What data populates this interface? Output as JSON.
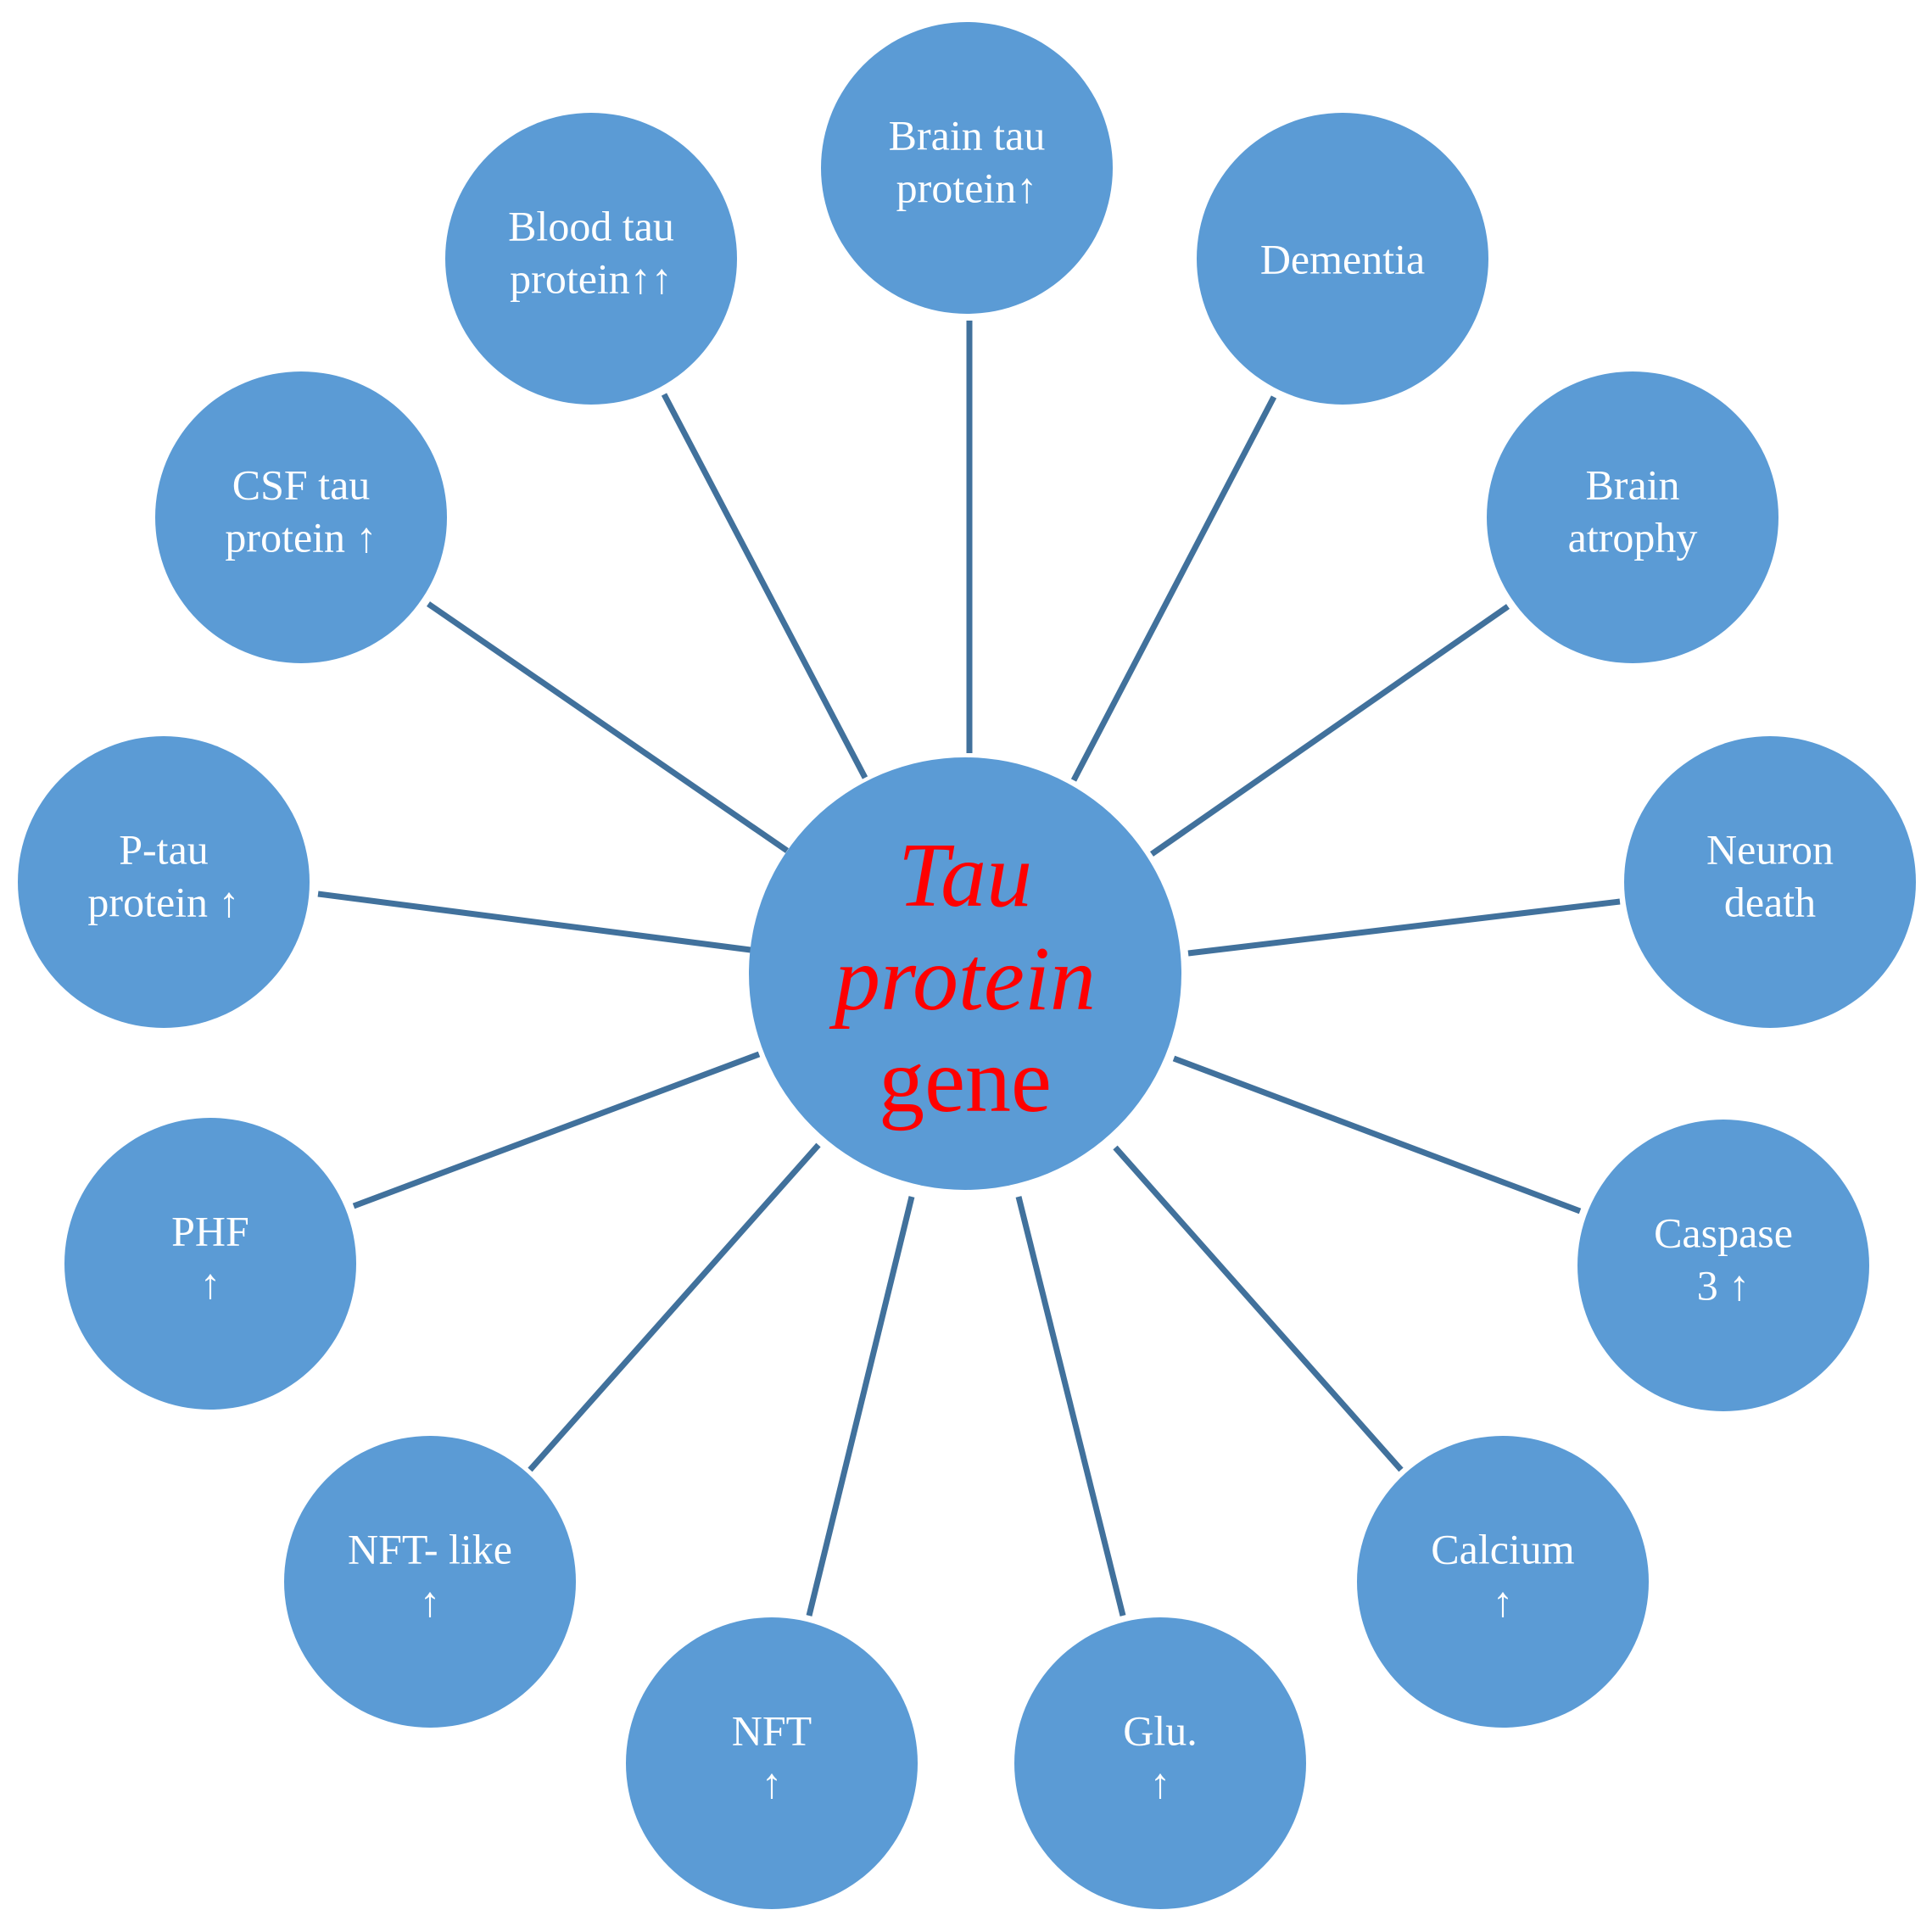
{
  "colors": {
    "node_fill": "#5b9bd5",
    "connector": "#41719c",
    "node_text": "#ffffff",
    "center_text": "#ff0000",
    "background": "#ffffff"
  },
  "center": {
    "lines": [
      "Tau",
      "protein",
      "gene"
    ],
    "italic": [
      true,
      true,
      false
    ]
  },
  "nodes": [
    {
      "id": "brain-tau-protein",
      "lines": [
        "Brain tau",
        "protein↑"
      ]
    },
    {
      "id": "dementia",
      "lines": [
        "Dementia"
      ]
    },
    {
      "id": "brain-atrophy",
      "lines": [
        "Brain",
        "atrophy"
      ]
    },
    {
      "id": "neuron-death",
      "lines": [
        "Neuron",
        "death"
      ]
    },
    {
      "id": "caspase-3",
      "lines": [
        "Caspase",
        "3 ↑"
      ]
    },
    {
      "id": "calcium",
      "lines": [
        "Calcium",
        "↑"
      ]
    },
    {
      "id": "glu",
      "lines": [
        "Glu.",
        "↑"
      ]
    },
    {
      "id": "nft",
      "lines": [
        "NFT",
        "↑"
      ]
    },
    {
      "id": "nft-like",
      "lines": [
        "NFT- like",
        "↑"
      ]
    },
    {
      "id": "phf",
      "lines": [
        "PHF",
        "↑"
      ]
    },
    {
      "id": "p-tau-protein",
      "lines": [
        "P-tau",
        "protein ↑"
      ]
    },
    {
      "id": "csf-tau-protein",
      "lines": [
        "CSF tau",
        "protein ↑"
      ]
    },
    {
      "id": "blood-tau-protein",
      "lines": [
        "Blood tau",
        "protein↑↑"
      ]
    }
  ]
}
